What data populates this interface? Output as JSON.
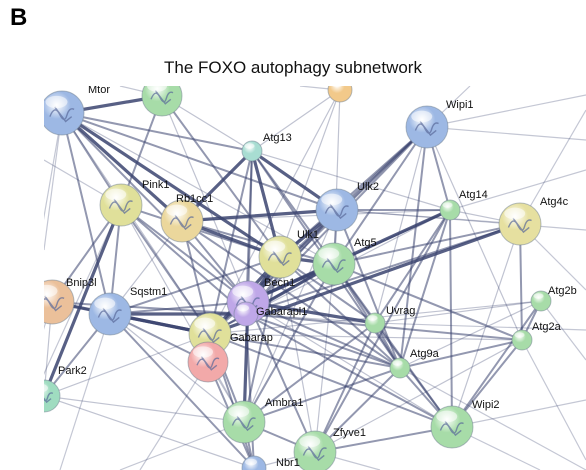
{
  "panel_letter": "B",
  "title": "The FOXO autophagy subnetwork",
  "nodes": [
    {
      "id": "mtor",
      "label": "Mtor",
      "color": "#9db8e4"
    },
    {
      "id": "top-green",
      "label": "",
      "color": "#a7dca8"
    },
    {
      "id": "top-orange",
      "label": "",
      "color": "#f2c98a"
    },
    {
      "id": "wipi1",
      "label": "Wipi1",
      "color": "#9db8e4"
    },
    {
      "id": "atg13",
      "label": "Atg13",
      "color": "#a8ddd2"
    },
    {
      "id": "pink1",
      "label": "Pink1",
      "color": "#e0e09a"
    },
    {
      "id": "rb1cc1",
      "label": "Rb1cc1",
      "color": "#ebd79c"
    },
    {
      "id": "ulk2",
      "label": "Ulk2",
      "color": "#9db8e4"
    },
    {
      "id": "atg14",
      "label": "Atg14",
      "color": "#a7dca8"
    },
    {
      "id": "atg4c",
      "label": "Atg4c",
      "color": "#e6e0a0"
    },
    {
      "id": "ulk1",
      "label": "Ulk1",
      "color": "#e0e09a"
    },
    {
      "id": "atg5",
      "label": "Atg5",
      "color": "#a7dca8"
    },
    {
      "id": "bnip3l",
      "label": "Bnip3l",
      "color": "#ebc09a"
    },
    {
      "id": "sqstm1",
      "label": "Sqstm1",
      "color": "#9db8e4"
    },
    {
      "id": "becn1",
      "label": "Becn1",
      "color": "#bfa7e8"
    },
    {
      "id": "gabarapl1",
      "label": "Gabarapl1",
      "color": "#bfa7e8"
    },
    {
      "id": "gabarap",
      "label": "Gabarap",
      "color": "#e0e09a"
    },
    {
      "id": "gabarap-pink",
      "label": "",
      "color": "#f2a9a9"
    },
    {
      "id": "uvrag",
      "label": "Uvrag",
      "color": "#a7dca8"
    },
    {
      "id": "atg2b",
      "label": "Atg2b",
      "color": "#a7dca8"
    },
    {
      "id": "atg2a",
      "label": "Atg2a",
      "color": "#a7dca8"
    },
    {
      "id": "park2",
      "label": "Park2",
      "color": "#9fdcc0"
    },
    {
      "id": "atg9a",
      "label": "Atg9a",
      "color": "#a7dca8"
    },
    {
      "id": "ambra1",
      "label": "Ambra1",
      "color": "#a7dca8"
    },
    {
      "id": "wipi2",
      "label": "Wipi2",
      "color": "#a7dca8"
    },
    {
      "id": "zfyve1",
      "label": "Zfyve1",
      "color": "#a7dca8"
    },
    {
      "id": "nbr1",
      "label": "Nbr1",
      "color": "#9db8e4"
    }
  ],
  "edge_color": "#3b4470"
}
